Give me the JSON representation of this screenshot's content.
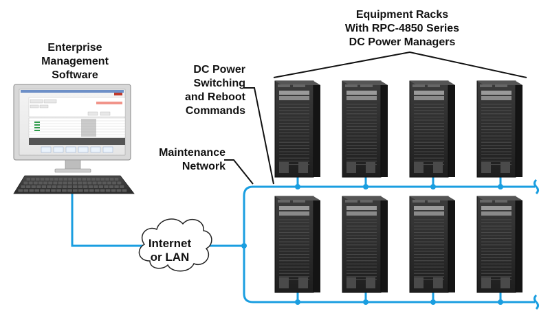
{
  "labels": {
    "software": [
      "Enterprise",
      "Management",
      "Software"
    ],
    "racks": [
      "Equipment Racks",
      "With RPC-4850 Series",
      "DC Power Managers"
    ],
    "commands": [
      "DC Power",
      "Switching",
      "and Reboot",
      "Commands"
    ],
    "network": [
      "Maintenance",
      "Network"
    ],
    "cloud": [
      "Internet",
      "or LAN"
    ]
  },
  "colors": {
    "network_line": "#1a9ee0",
    "rack_body": "#2b2b2b",
    "rack_side": "#141414",
    "monitor_frame": "#d8d8d8",
    "keyboard": "#3a3a3a"
  },
  "racks": {
    "rows": 2,
    "per_row": 4
  }
}
